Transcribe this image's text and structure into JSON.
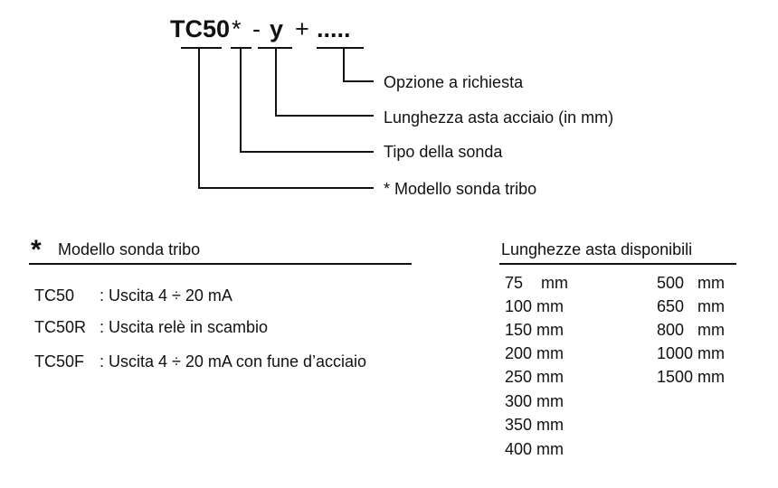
{
  "code": {
    "base": "TC50",
    "model_marker": "*",
    "dash": "-",
    "length_var": "y",
    "plus": "+",
    "option_dots": "....."
  },
  "callouts": {
    "option": "Opzione a richiesta",
    "length": "Lunghezza asta acciaio (in mm)",
    "probe_type": "Tipo della sonda",
    "model": "* Modello sonda tribo"
  },
  "models": {
    "marker": "*",
    "title": "Modello sonda tribo",
    "rows": [
      {
        "code": "TC50",
        "desc": ": Uscita 4 ÷ 20 mA"
      },
      {
        "code": "TC50R",
        "desc": ": Uscita relè in scambio"
      },
      {
        "code": "TC50F",
        "desc": ": Uscita 4 ÷ 20 mA con fune d’acciaio"
      }
    ]
  },
  "lengths": {
    "title": "Lunghezze asta disponibili",
    "col1": [
      "75    mm",
      "100 mm",
      "150 mm",
      "200 mm",
      "250 mm",
      "300 mm",
      "350 mm",
      "400 mm"
    ],
    "col2": [
      "500   mm",
      "650   mm",
      "800   mm",
      "1000 mm",
      "1500 mm"
    ]
  }
}
